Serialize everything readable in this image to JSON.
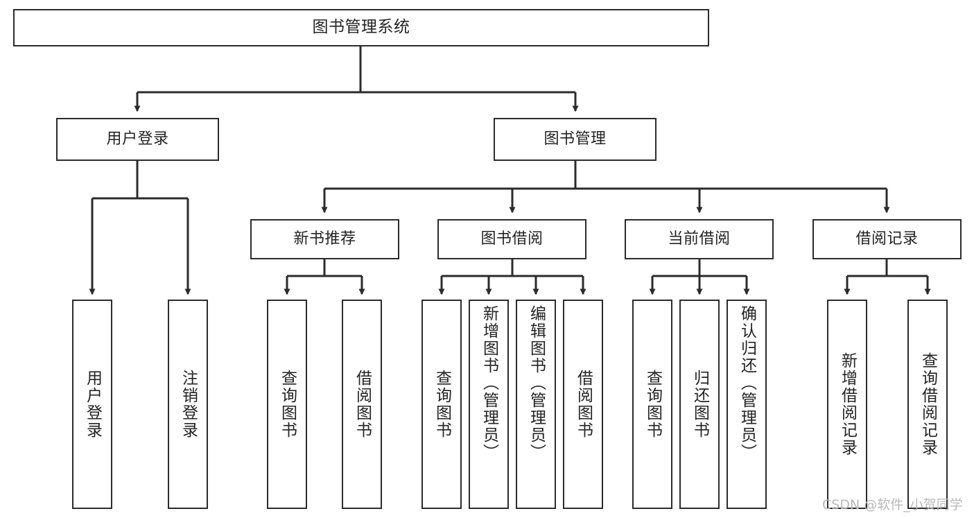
{
  "diagram": {
    "type": "hierarchy-tree",
    "title": "图书管理系统",
    "orientation": "top-down",
    "colors": {
      "box_border": "#2b2b2b",
      "box_fill": "#ffffff",
      "connector": "#2b2b2b",
      "text": "#232323",
      "watermark": "#b9b9b9",
      "background": "#ffffff"
    },
    "nodes": {
      "root": {
        "label": "图书管理系统"
      },
      "level2": [
        {
          "id": "user-login",
          "label": "用户登录"
        },
        {
          "id": "book-manage",
          "label": "图书管理"
        }
      ],
      "level3": [
        {
          "id": "new-book-recommend",
          "label": "新书推荐"
        },
        {
          "id": "book-borrow",
          "label": "图书借阅"
        },
        {
          "id": "current-borrow",
          "label": "当前借阅"
        },
        {
          "id": "borrow-record",
          "label": "借阅记录"
        }
      ],
      "leaves": [
        {
          "id": "leaf-user-login",
          "label": "用户登录",
          "parent": "user-login"
        },
        {
          "id": "leaf-user-logout",
          "label": "注销登录",
          "parent": "user-login"
        },
        {
          "id": "leaf-query-book-1",
          "label": "查询图书",
          "parent": "new-book-recommend"
        },
        {
          "id": "leaf-borrow-book-1",
          "label": "借阅图书",
          "parent": "new-book-recommend"
        },
        {
          "id": "leaf-query-book-2",
          "label": "查询图书",
          "parent": "book-borrow"
        },
        {
          "id": "leaf-add-book",
          "label": "新增图书（管理员）",
          "parent": "book-borrow"
        },
        {
          "id": "leaf-edit-book",
          "label": "编辑图书（管理员）",
          "parent": "book-borrow"
        },
        {
          "id": "leaf-borrow-book-2",
          "label": "借阅图书",
          "parent": "book-borrow"
        },
        {
          "id": "leaf-query-book-3",
          "label": "查询图书",
          "parent": "current-borrow"
        },
        {
          "id": "leaf-return-book",
          "label": "归还图书",
          "parent": "current-borrow"
        },
        {
          "id": "leaf-confirm-return",
          "label": "确认归还（管理员）",
          "parent": "current-borrow"
        },
        {
          "id": "leaf-add-record",
          "label": "新增借阅记录",
          "parent": "borrow-record"
        },
        {
          "id": "leaf-query-record",
          "label": "查询借阅记录",
          "parent": "borrow-record"
        }
      ]
    }
  },
  "watermark": {
    "text": "CSDN @软件_小贺同学"
  }
}
